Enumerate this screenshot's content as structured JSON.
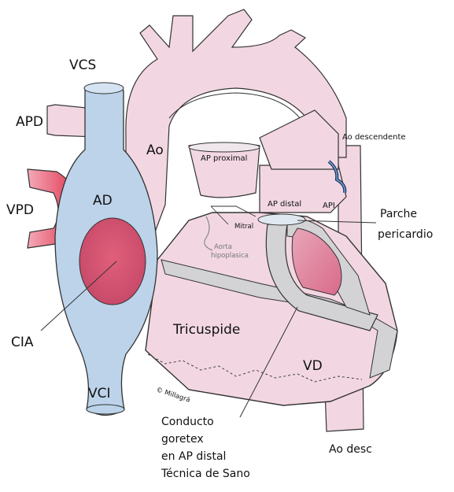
{
  "labels": {
    "vcs": "VCS",
    "apd": "APD",
    "vpd": "VPD",
    "ad": "AD",
    "cia": "CIA",
    "vci": "VCI",
    "ao": "Ao",
    "ap_proximal": "AP proximal",
    "ap_distal": "AP distal",
    "api": "API",
    "mitral": "Mitral",
    "aorta_hipoplasica_1": "Aorta",
    "aorta_hipoplasica_2": "hipoplasica",
    "ao_descendente": "Ao descendente",
    "parche_1": "Parche",
    "parche_2": "pericardio",
    "tricuspide": "Tricuspide",
    "vd": "VD",
    "conducto_1": "Conducto",
    "conducto_2": "goretex",
    "conducto_3": "en AP distal",
    "conducto_4": "Técnica de Sano",
    "ao_desc": "Ao desc",
    "copyright": "© Millagrá"
  },
  "colors": {
    "vein_blue": "#bcd3ea",
    "artery_pink": "#f2d7e2",
    "red": "#e0334d",
    "septum_gray": "#d3d3d5",
    "outline": "#333333"
  }
}
